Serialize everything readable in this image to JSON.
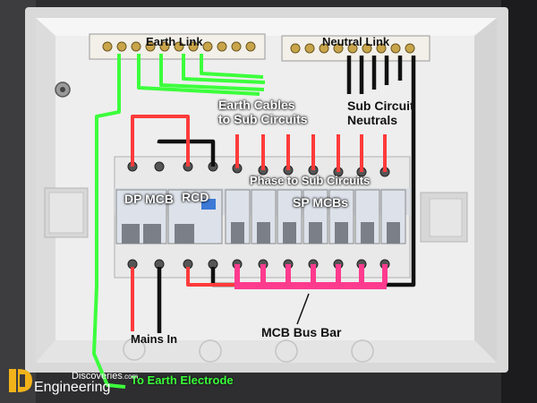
{
  "labels": {
    "earth_link": "Earth Link",
    "neutral_link": "Neutral Link",
    "earth_cables_1": "Earth Cables",
    "earth_cables_2": "to Sub Circuits",
    "sub_circuit_1": "Sub Circuit",
    "sub_circuit_2": "Neutrals",
    "phase_to_sub": "Phase to Sub Circuits",
    "dp_mcb": "DP MCB",
    "rcd": "RCD",
    "sp_mcbs": "SP MCBs",
    "mains_in": "Mains In",
    "mcb_bus_bar": "MCB Bus Bar",
    "to_earth_electrode": "To Earth Electrode"
  },
  "logo": {
    "line1": "Discoveries",
    "suffix": ".com",
    "line2": "Engineering"
  },
  "colors": {
    "earth_wire": "#3cff3c",
    "phase_wire": "#ff3b3b",
    "neutral_wire": "#111111",
    "bus_bar": "#ff3b8e",
    "enclosure": "#eeeeee",
    "logo_accent": "#f2b21a"
  }
}
